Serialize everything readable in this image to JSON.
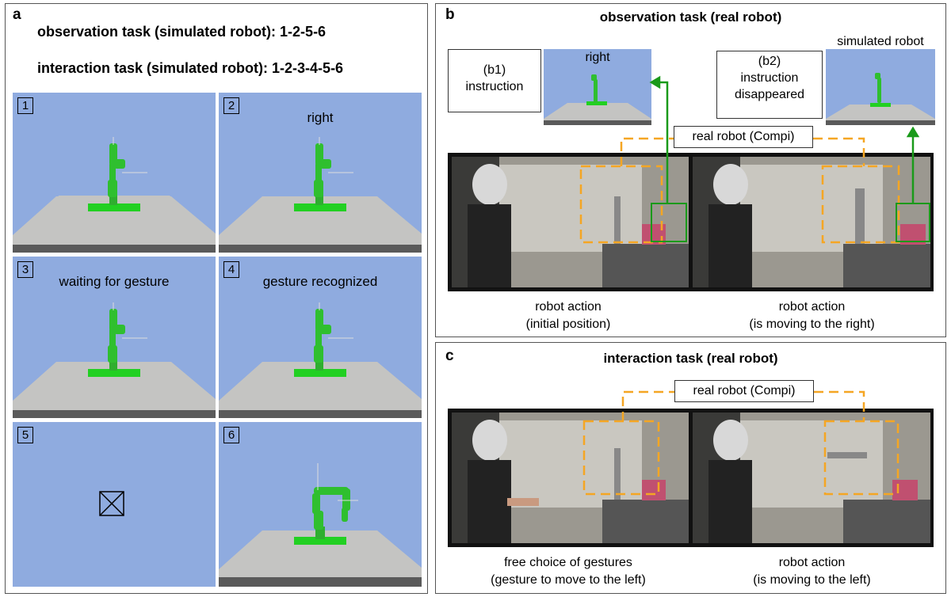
{
  "panel_a": {
    "letter": "a",
    "title_observation": "observation task (simulated robot): 1-2-5-6",
    "title_interaction": "interaction task (simulated robot): 1-2-3-4-5-6",
    "tiles": [
      {
        "num": "1",
        "caption": ""
      },
      {
        "num": "2",
        "caption": "right"
      },
      {
        "num": "3",
        "caption": "waiting for gesture"
      },
      {
        "num": "4",
        "caption": "gesture recognized"
      },
      {
        "num": "5",
        "caption": ""
      },
      {
        "num": "6",
        "caption": ""
      }
    ]
  },
  "panel_b": {
    "letter": "b",
    "title": "observation task (real robot)",
    "b1_box": [
      "(b1)",
      "instruction"
    ],
    "b1_sim_caption": "right",
    "b2_box": [
      "(b2)",
      "instruction",
      "disappeared"
    ],
    "b2_sim_caption": "simulated robot",
    "real_robot_label": "real robot (Compi)",
    "caption_left": [
      "robot action",
      "(initial position)"
    ],
    "caption_right": [
      "robot action",
      "(is moving to the right)"
    ]
  },
  "panel_c": {
    "letter": "c",
    "title": "interaction task (real robot)",
    "real_robot_label": "real robot (Compi)",
    "caption_left": [
      "free choice of gestures",
      "(gesture to move to the left)"
    ],
    "caption_right": [
      "robot action",
      "(is moving to the left)"
    ]
  },
  "colors": {
    "sky": "#8fabdf",
    "floor": "#c4c4c2",
    "robot_green": "#2fbf2f",
    "arrow_green": "#1a9a1a",
    "dashed_orange": "#f5a623"
  }
}
